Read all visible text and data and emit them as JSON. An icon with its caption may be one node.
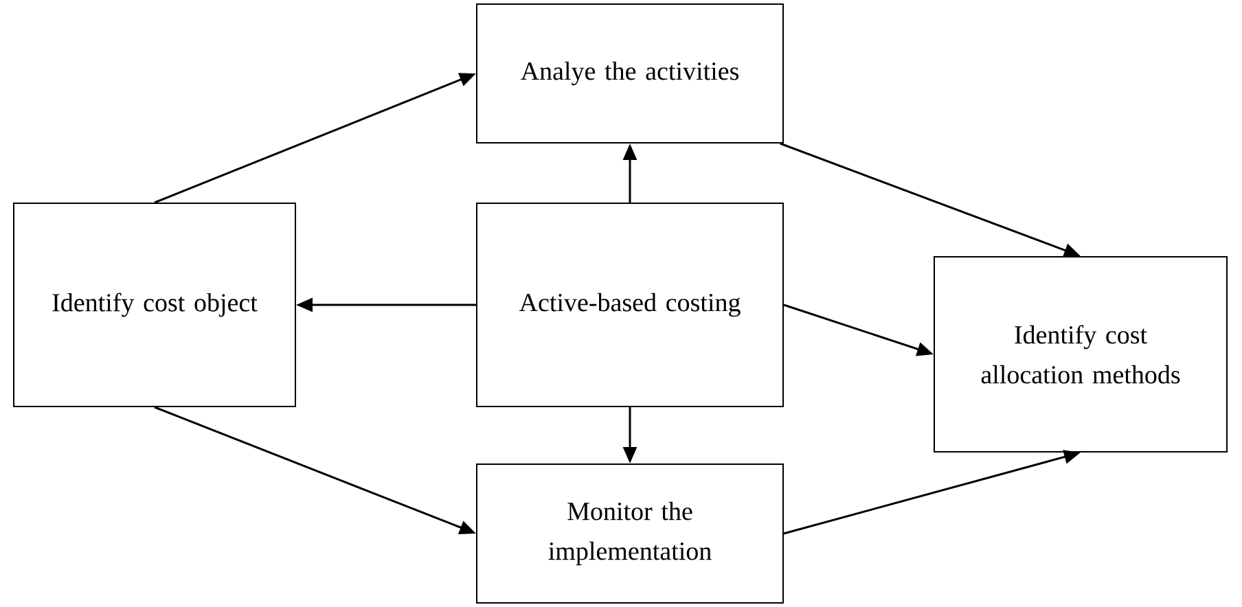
{
  "diagram": {
    "nodes": [
      {
        "text": [
          "Analye the activities"
        ]
      },
      {
        "text": [
          "Identify cost object"
        ]
      },
      {
        "text": [
          "Active-based costing"
        ]
      },
      {
        "text": [
          "Identify cost allocation methods"
        ]
      },
      {
        "text": [
          "Monitor the implementation"
        ]
      }
    ],
    "edges": [
      {
        "from": 1,
        "to": 0,
        "arrow": "to"
      },
      {
        "from": 2,
        "to": 0,
        "arrow": "to"
      },
      {
        "from": 2,
        "to": 1,
        "arrow": "to"
      },
      {
        "from": 2,
        "to": 3,
        "arrow": "to"
      },
      {
        "from": 2,
        "to": 4,
        "arrow": "to"
      },
      {
        "from": 0,
        "to": 3,
        "arrow": "to"
      },
      {
        "from": 1,
        "to": 4,
        "arrow": "to"
      },
      {
        "from": 4,
        "to": 3,
        "arrow": "to"
      }
    ]
  }
}
